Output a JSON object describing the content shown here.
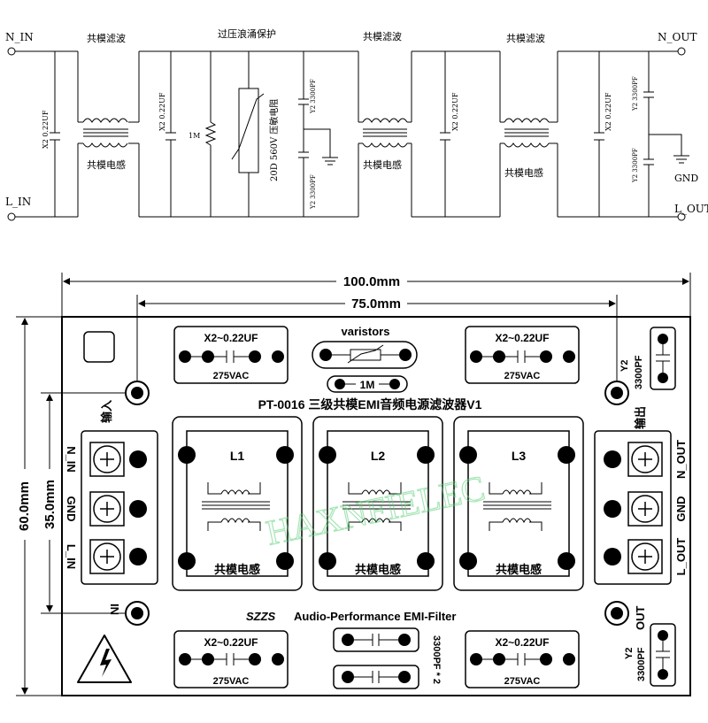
{
  "schematic": {
    "labels": {
      "n_in": "N_IN",
      "l_in": "L_IN",
      "n_out": "N_OUT",
      "l_out": "L_OUT",
      "gnd": "GND",
      "cm_filter_1": "共模滤波",
      "surge_protect": "过压浪涌保护",
      "cm_filter_2": "共模滤波",
      "cm_filter_3": "共模滤波",
      "cm_inductor_1": "共模电感",
      "cm_inductor_2": "共模电感",
      "cm_inductor_3": "共模电感",
      "cap_x2_1": "X2 0.22UF",
      "cap_x2_2": "X2 0.22UF",
      "cap_x2_3": "X2 0.22UF",
      "cap_x2_4": "X2 0.22UF",
      "resistor_1m": "1M",
      "varistor": "20D 560V 压敏电阻",
      "cap_y2_a": "Y2 3300PF",
      "cap_y2_b": "Y2 3300PF",
      "cap_y2_c": "Y2 3300PF",
      "cap_y2_d": "Y2 3300PF"
    }
  },
  "pcb": {
    "dim_width": "100.0mm",
    "dim_hole_spacing": "75.0mm",
    "dim_height": "60.0mm",
    "dim_hole_vertical": "35.0mm",
    "title": "PT-0016 三级共模EMI音频电源滤波器V1",
    "brand": "SZZS",
    "subtitle": "Audio-Performance EMI-Filter",
    "watermark": "HAXNFIELEC",
    "varistors_label": "varistors",
    "resistor_label": "1M",
    "cap_top_left": {
      "name": "X2~0.22UF",
      "voltage": "275VAC"
    },
    "cap_top_right": {
      "name": "X2~0.22UF",
      "voltage": "275VAC"
    },
    "cap_bottom_left": {
      "name": "X2~0.22UF",
      "voltage": "275VAC"
    },
    "cap_bottom_right": {
      "name": "X2~0.22UF",
      "voltage": "275VAC"
    },
    "inductors": [
      {
        "ref": "L1",
        "label": "共模电感"
      },
      {
        "ref": "L2",
        "label": "共模电感"
      },
      {
        "ref": "L3",
        "label": "共模电感"
      }
    ],
    "y2_top": {
      "type": "Y2",
      "value": "3300PF"
    },
    "y2_bottom": {
      "type": "Y2",
      "value": "3300PF"
    },
    "y2_center": "3300PF * 2",
    "input_header": "输入",
    "input_header_bottom": "IN",
    "output_header": "输出",
    "output_header_bottom": "OUT",
    "in_terminals": [
      "N_IN",
      "GND",
      "L_IN"
    ],
    "out_terminals": [
      "N_OUT",
      "GND",
      "L_OUT"
    ]
  }
}
